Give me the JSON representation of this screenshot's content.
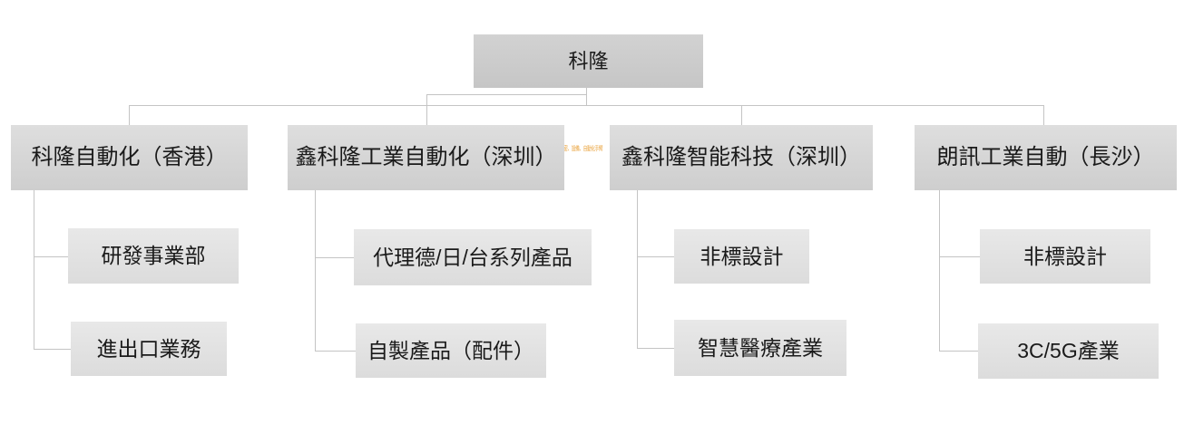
{
  "page": {
    "background": "#ffffff"
  },
  "colors": {
    "connector_line": "#c4c4c4",
    "node_text": "#1a1a1a",
    "root_fill_top": "#d2d2d2",
    "root_fill_bottom": "#c6c6c6",
    "branch_fill_top": "#dedede",
    "branch_fill_bottom": "#cecece",
    "child_fill_top": "#e8e8e8",
    "child_fill_bottom": "#dcdcdc",
    "annotation_color": "#e9a23b"
  },
  "org_chart": {
    "root": {
      "label": "科隆"
    },
    "annotation": {
      "text": "精密、設備、自動化手臂"
    },
    "branches": [
      {
        "label": "科隆自動化（香港）",
        "children": [
          {
            "label": "研發事業部"
          },
          {
            "label": "進出口業務"
          }
        ]
      },
      {
        "label": "鑫科隆工業自動化（深圳）",
        "children": [
          {
            "label": "代理德/日/台系列產品"
          },
          {
            "label": "自製產品（配件）"
          }
        ]
      },
      {
        "label": "鑫科隆智能科技（深圳）",
        "children": [
          {
            "label": "非標設計"
          },
          {
            "label": "智慧醫療產業"
          }
        ]
      },
      {
        "label": "朗訊工業自動（長沙）",
        "children": [
          {
            "label": "非標設計"
          },
          {
            "label": "3C/5G產業"
          }
        ]
      }
    ]
  }
}
